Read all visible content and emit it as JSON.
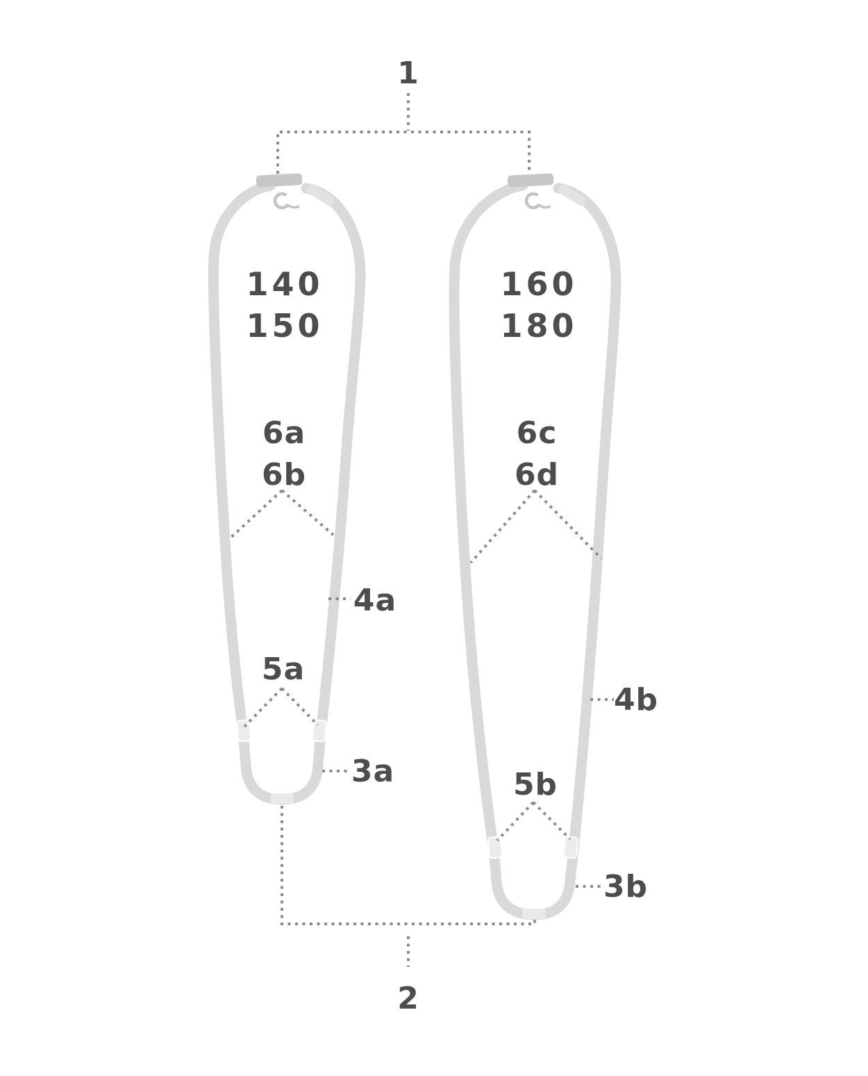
{
  "diagram": {
    "type": "parts-callout-diagram",
    "callouts": {
      "c1": "1",
      "c2": "2",
      "c3a": "3a",
      "c3b": "3b",
      "c4a": "4a",
      "c4b": "4b",
      "c5a": "5a",
      "c5b": "5b",
      "c6a": "6a",
      "c6b": "6b",
      "c6c": "6c",
      "c6d": "6d"
    },
    "left_strap": {
      "sizes": [
        "140",
        "150"
      ]
    },
    "right_strap": {
      "sizes": [
        "160",
        "180"
      ]
    },
    "colors": {
      "strap": "#d9d9d9",
      "strap_highlight": "#e3e3e3",
      "buckle": "#c7c7c7",
      "hook": "#c3c3c3",
      "clip": "#ececec",
      "text": "#4d4d4d",
      "leader_dots": "#8a8a8a",
      "background": "#ffffff"
    }
  }
}
